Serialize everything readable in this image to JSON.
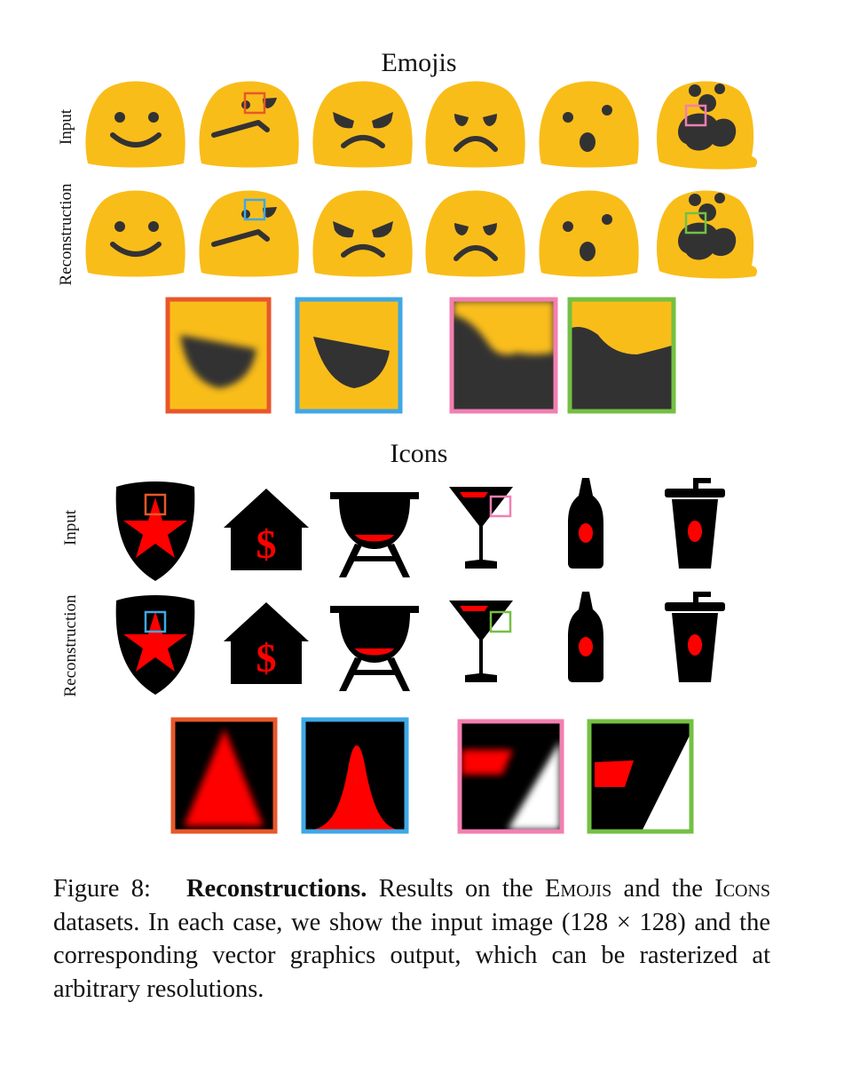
{
  "emojis_section": {
    "title": "Emojis",
    "row_labels": [
      "Input",
      "Reconstruction"
    ],
    "emojis": [
      "smile",
      "wink-frown",
      "angry",
      "sad",
      "surprised",
      "blotched"
    ]
  },
  "icons_section": {
    "title": "Icons",
    "row_labels": [
      "Input",
      "Reconstruction"
    ],
    "icons": [
      "shield-star",
      "house-dollar",
      "grill",
      "cocktail-glass",
      "bottle",
      "drink-cup"
    ]
  },
  "highlight_colors": {
    "orange": "#e8572a",
    "blue": "#3fa8e6",
    "pink": "#f27fb1",
    "green": "#74c043"
  },
  "palette": {
    "emoji_yellow": "#f9bd1a",
    "emoji_dark": "#333233",
    "icon_black": "#000000",
    "icon_red": "#ff0000"
  },
  "caption": {
    "prefix": "Figure 8:",
    "bold": "Reconstructions.",
    "part1": "Results on the",
    "emojis": "Emojis",
    "part2": "and the",
    "icons": "Icons",
    "part3": "datasets. In each case, we show the input image (128 × 128) and the corresponding vector graphics output, which can be rasterized at arbitrary resolutions."
  }
}
